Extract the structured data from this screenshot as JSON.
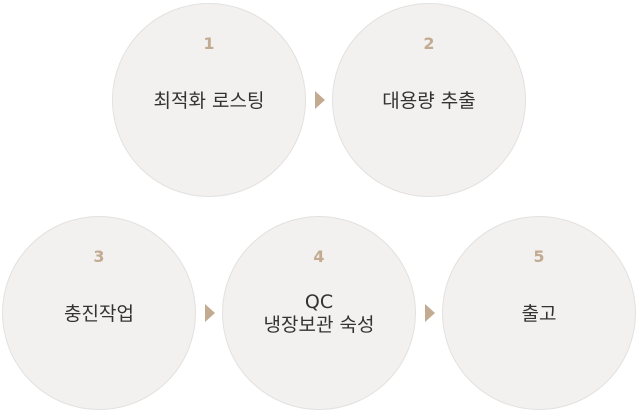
{
  "steps": [
    {
      "number": "1",
      "lines": [
        "최적화 로스팅"
      ]
    },
    {
      "number": "2",
      "lines": [
        "대용량 추출"
      ]
    },
    {
      "number": "3",
      "lines": [
        "충진작업"
      ]
    },
    {
      "number": "4",
      "lines": [
        "QC",
        "냉장보관 숙성"
      ]
    },
    {
      "number": "5",
      "lines": [
        "출고"
      ]
    }
  ],
  "colors": {
    "circle_fill": "#f2f1f0",
    "number": "#c2ab91",
    "arrow": "#c2ab91",
    "label": "#333333"
  }
}
